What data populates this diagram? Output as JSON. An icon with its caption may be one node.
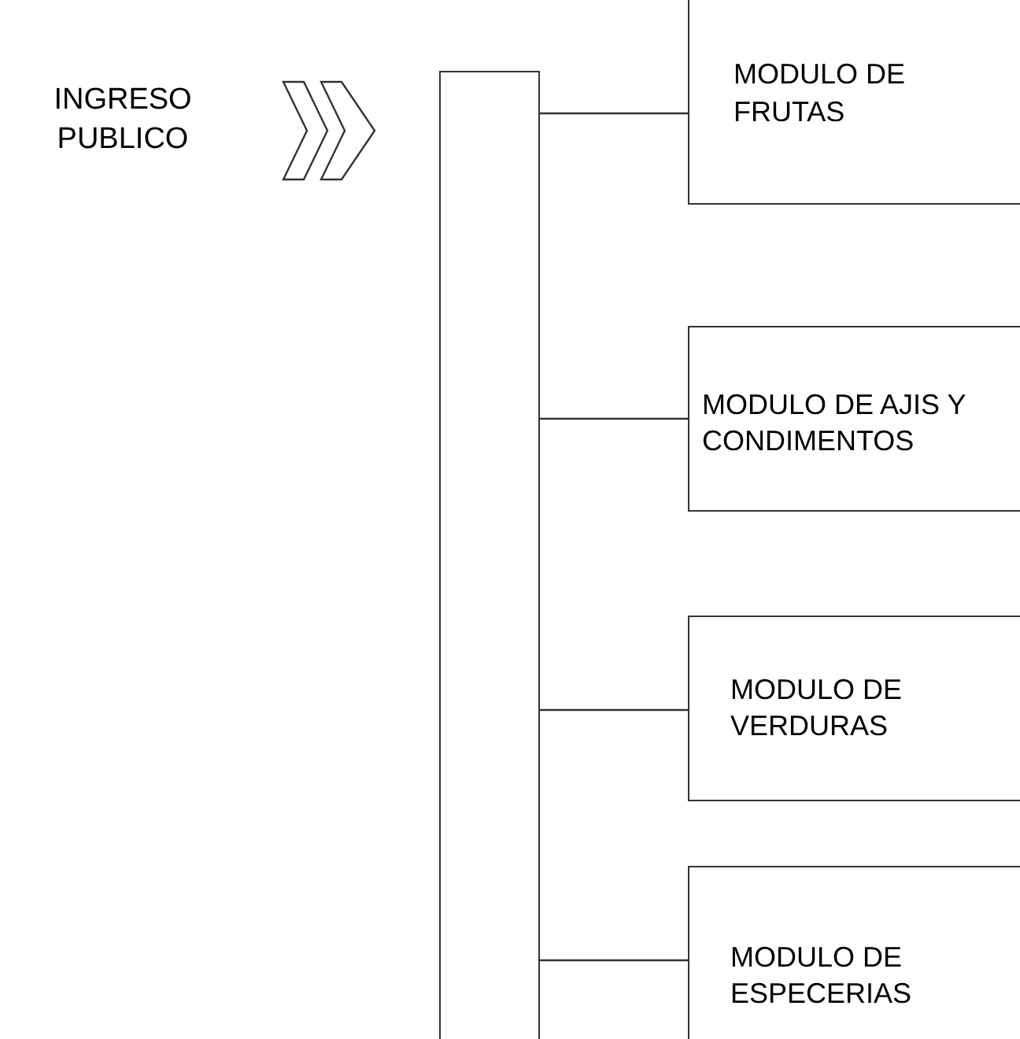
{
  "diagram": {
    "nodes": [
      {
        "text": [],
        "shape": "box"
      },
      {
        "text": [
          "MODULO DE FRUTAS"
        ]
      },
      {
        "text": [
          "MODULO DE AJIS Y CONDIMENTOS"
        ]
      },
      {
        "text": [
          "MODULO DE VERDURAS"
        ]
      },
      {
        "text": [
          "MODULO DE ESPECERIAS"
        ]
      }
    ],
    "edges": [
      {
        "from": 0,
        "to": 1,
        "arrow": "none"
      },
      {
        "from": 0,
        "to": 2,
        "arrow": "none"
      },
      {
        "from": 0,
        "to": 3,
        "arrow": "none"
      },
      {
        "from": 0,
        "to": 4,
        "arrow": "none"
      }
    ],
    "labels": [
      "INGRESO PUBLICO"
    ]
  }
}
